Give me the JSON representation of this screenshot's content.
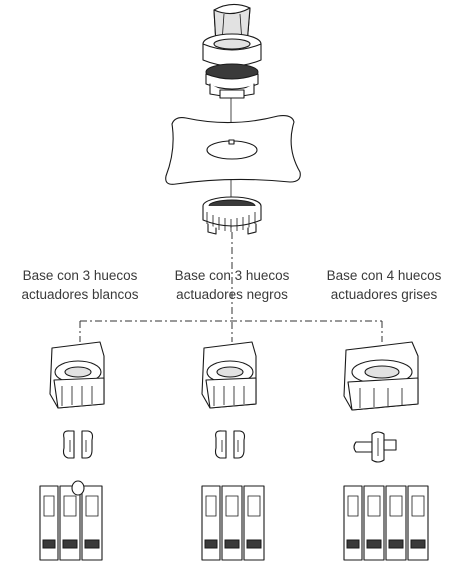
{
  "labels": {
    "left": {
      "line1": "Base con 3 huecos",
      "line2": "actuadores blancos"
    },
    "center": {
      "line1": "Base con 3 huecos",
      "line2": "actuadores negros"
    },
    "right": {
      "line1": "Base con 4 huecos",
      "line2": "actuadores grises"
    }
  },
  "columns": [
    {
      "id": "left",
      "slots": 3
    },
    {
      "id": "center",
      "slots": 3
    },
    {
      "id": "right",
      "slots": 4
    }
  ]
}
